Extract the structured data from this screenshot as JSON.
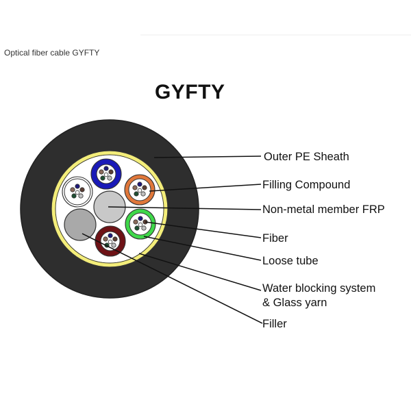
{
  "page": {
    "caption": "Optical fiber cable GYFTY"
  },
  "diagram": {
    "title": "GYFTY",
    "colors": {
      "sheath": "#2e2e2e",
      "water_blocking": "#f4ee7a",
      "core_fill": "#ffffff",
      "frp": "#c8c8c8",
      "filler": "#a9a9a9",
      "tube_blue": "#1a1ab8",
      "tube_orange": "#e0773a",
      "tube_green": "#3fd84a",
      "tube_maroon": "#6e1216",
      "tube_white": "#ffffff"
    },
    "labels": [
      {
        "id": "outer-pe-sheath",
        "text": "Outer PE Sheath"
      },
      {
        "id": "filling-compound",
        "text": "Filling Compound"
      },
      {
        "id": "non-metal-member-frp",
        "text": "Non-metal member FRP"
      },
      {
        "id": "fiber",
        "text": "Fiber"
      },
      {
        "id": "loose-tube",
        "text": "Loose tube"
      },
      {
        "id": "water-blocking",
        "text": "Water blocking system"
      },
      {
        "id": "glass-yarn",
        "text": "& Glass yarn"
      },
      {
        "id": "filler",
        "text": "Filler"
      }
    ]
  }
}
